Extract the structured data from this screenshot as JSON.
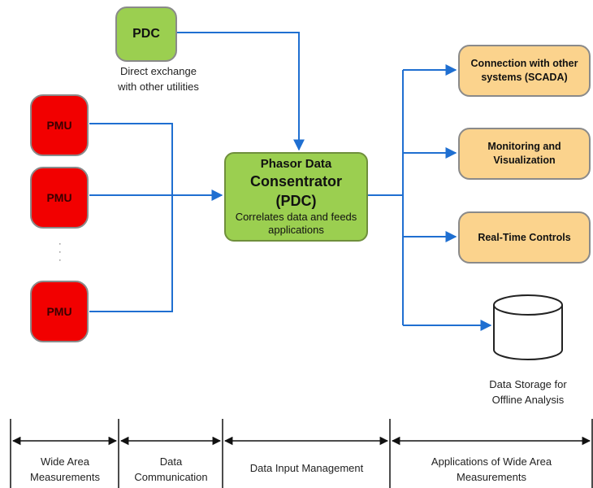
{
  "pdc_top": {
    "label": "PDC",
    "caption_line1": "Direct exchange",
    "caption_line2": "with other utilities"
  },
  "pmus": [
    {
      "label": "PMU"
    },
    {
      "label": "PMU"
    },
    {
      "label": "PMU"
    }
  ],
  "pdc_main": {
    "title_line1": "Phasor Data",
    "title_line2": "Consentrator (PDC)",
    "desc_line1": "Correlates data and feeds",
    "desc_line2": "applications"
  },
  "applications": [
    {
      "line1": "Connection with other",
      "line2": "systems (SCADA)"
    },
    {
      "line1": "Monitoring and",
      "line2": "Visualization"
    },
    {
      "line1": "Real-Time Controls",
      "line2": ""
    }
  ],
  "storage": {
    "line1": "Data Storage for",
    "line2": "Offline Analysis"
  },
  "stages": [
    {
      "line1": "Wide Area",
      "line2": "Measurements"
    },
    {
      "line1": "Data",
      "line2": "Communication"
    },
    {
      "line1": "Data Input Management",
      "line2": ""
    },
    {
      "line1": "Applications of Wide Area",
      "line2": "Measurements"
    }
  ],
  "colors": {
    "connector": "#1f6fd1",
    "pmu": "#f20000",
    "pdc": "#9bcf50",
    "application": "#fbd38d"
  }
}
